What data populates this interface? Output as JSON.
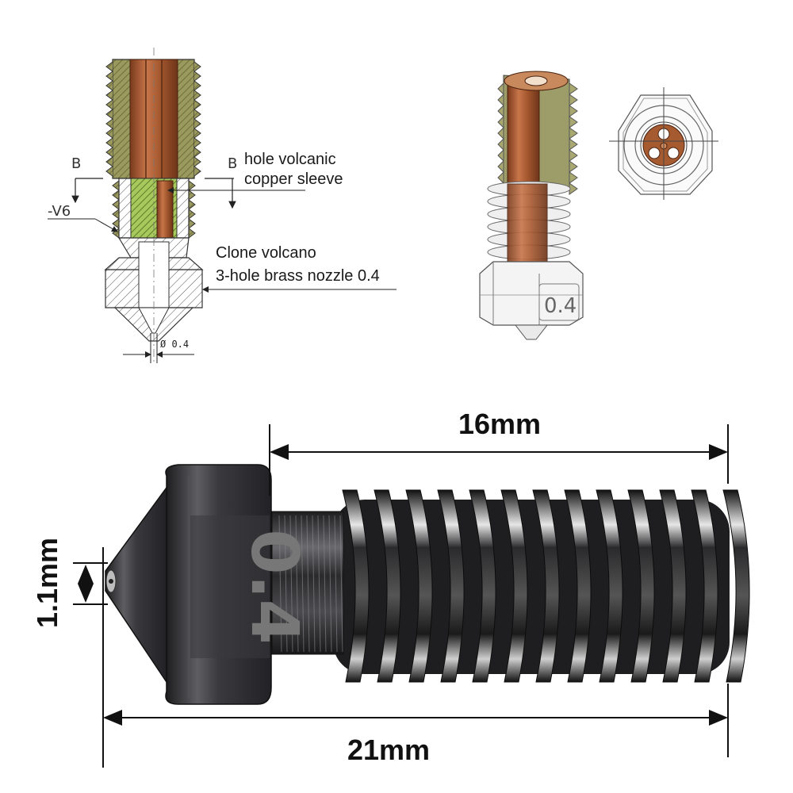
{
  "cross_section": {
    "section_marker_left": "B",
    "section_marker_right": "B",
    "thread_label": "-V6",
    "callout_sleeve_line1": "hole volcanic",
    "callout_sleeve_line2": "copper sleeve",
    "callout_nozzle_line1": "Clone volcano",
    "callout_nozzle_line2": "3-hole brass nozzle 0.4",
    "diameter_label": "Ø 0.4"
  },
  "cutaway_3d": {
    "size_mark": "0.4"
  },
  "photo": {
    "embossed_size": "0.4",
    "dim_thread_length": "16mm",
    "dim_tip_diameter": "1.1mm",
    "dim_total_length": "21mm"
  },
  "colors": {
    "copper": "#b5643a",
    "brass_hatch": "#a8a86a",
    "sleeve_green": "#9cbf58",
    "steel_dark": "#3a3a3c",
    "steel_light": "#d8d8d8"
  }
}
